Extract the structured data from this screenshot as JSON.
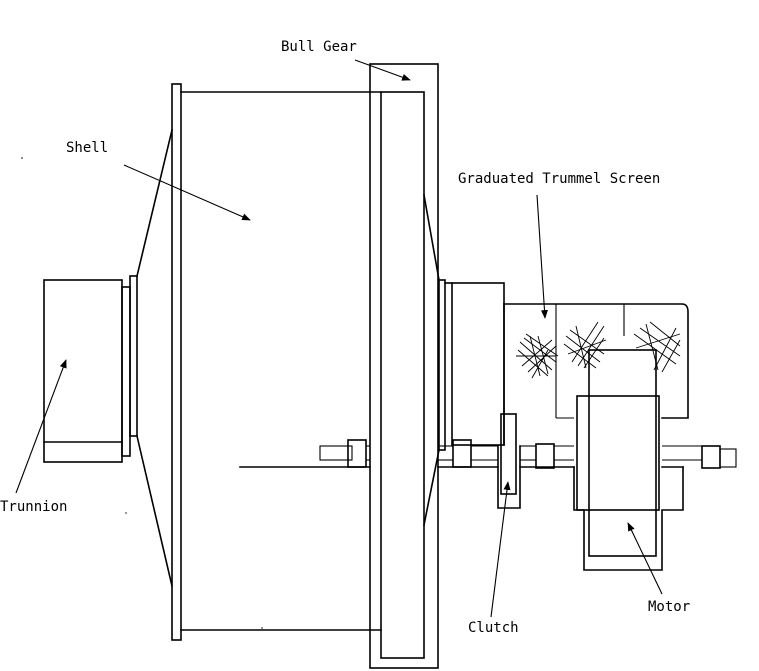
{
  "labels": {
    "bull_gear": "Bull Gear",
    "shell": "Shell",
    "screen": "Graduated Trummel Screen",
    "trunnion": "Trunnion",
    "clutch": "Clutch",
    "motor": "Motor"
  }
}
